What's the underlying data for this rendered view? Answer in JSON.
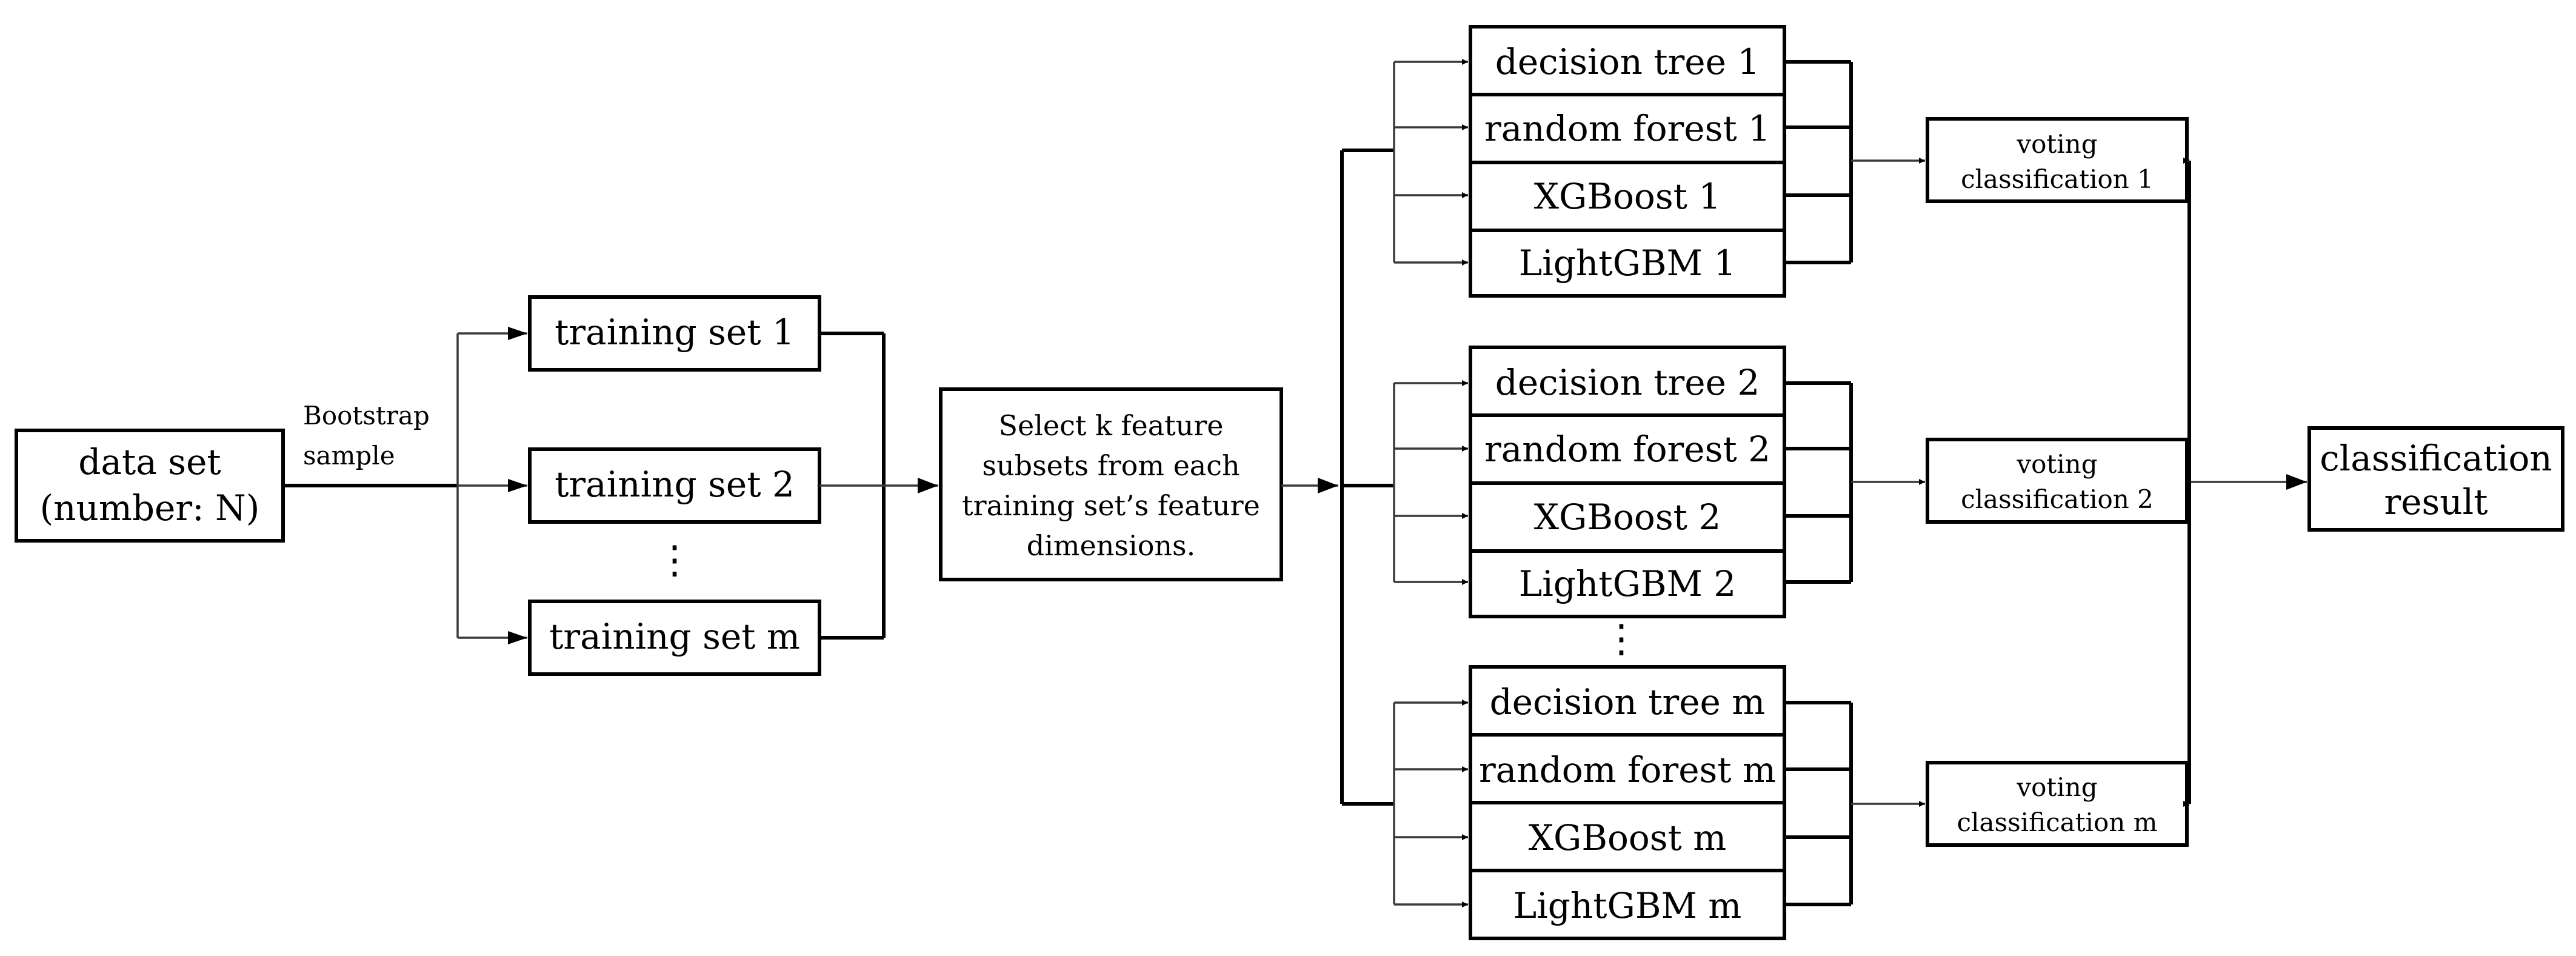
{
  "dataset": {
    "line1": "data set",
    "line2": "(number: N)"
  },
  "bootstrap": {
    "line1": "Bootstrap",
    "line2": "sample"
  },
  "training_sets": [
    "training set 1",
    "training set 2",
    "training set m"
  ],
  "ellipsis": "⋮",
  "feature_select": {
    "line1": "Select k feature",
    "line2": "subsets from each",
    "line3": "training set’s feature",
    "line4": "dimensions."
  },
  "model_groups": [
    {
      "models": [
        "decision tree 1",
        "random forest 1",
        "XGBoost 1",
        "LightGBM 1"
      ],
      "vote_line1": "voting",
      "vote_line2": "classification 1"
    },
    {
      "models": [
        "decision tree 2",
        "random forest 2",
        "XGBoost 2",
        "LightGBM 2"
      ],
      "vote_line1": "voting",
      "vote_line2": "classification 2"
    },
    {
      "models": [
        "decision tree m",
        "random forest m",
        "XGBoost m",
        "LightGBM m"
      ],
      "vote_line1": "voting",
      "vote_line2": "classification m"
    }
  ],
  "result": {
    "line1": "classification",
    "line2": "result"
  }
}
